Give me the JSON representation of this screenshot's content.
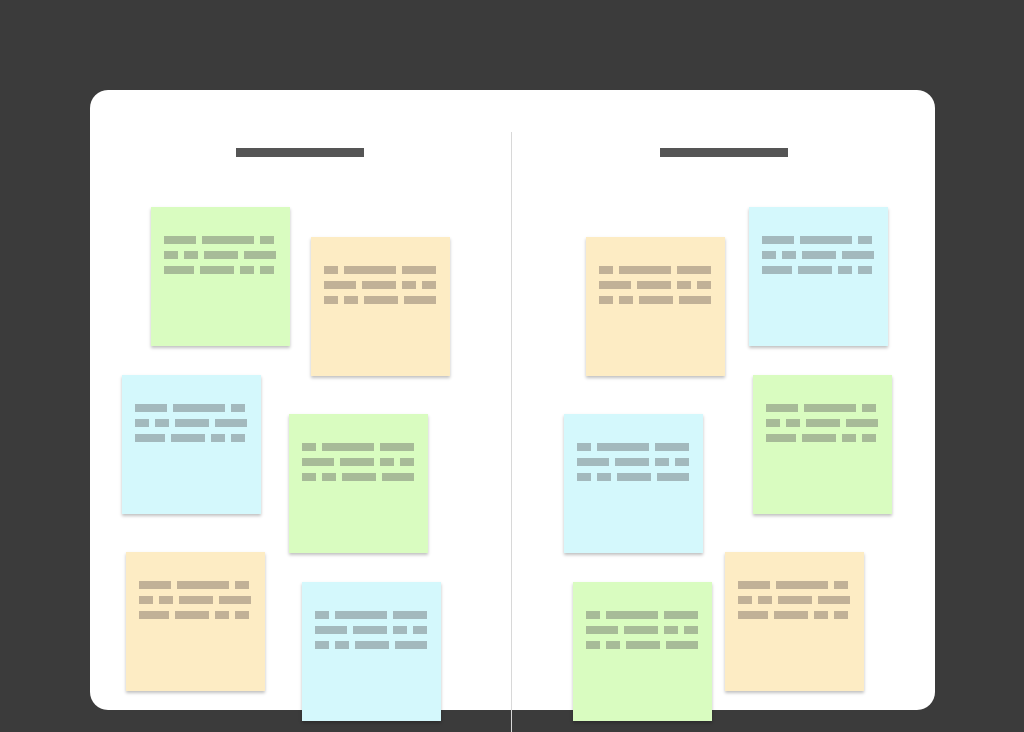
{
  "colors": {
    "background": "#3b3b3b",
    "board": "#ffffff",
    "header_bar": "#555555",
    "green": {
      "note": "#d9fcc0",
      "text": "#a7bb98"
    },
    "yellow": {
      "note": "#fdecc4",
      "text": "#c1b197"
    },
    "blue": {
      "note": "#d4f8fc",
      "text": "#a3b9bd"
    }
  },
  "columns": [
    {
      "notes": [
        "green",
        "yellow",
        "blue",
        "green",
        "yellow",
        "blue"
      ]
    },
    {
      "notes": [
        "yellow",
        "blue",
        "blue",
        "green",
        "green",
        "yellow"
      ]
    }
  ]
}
